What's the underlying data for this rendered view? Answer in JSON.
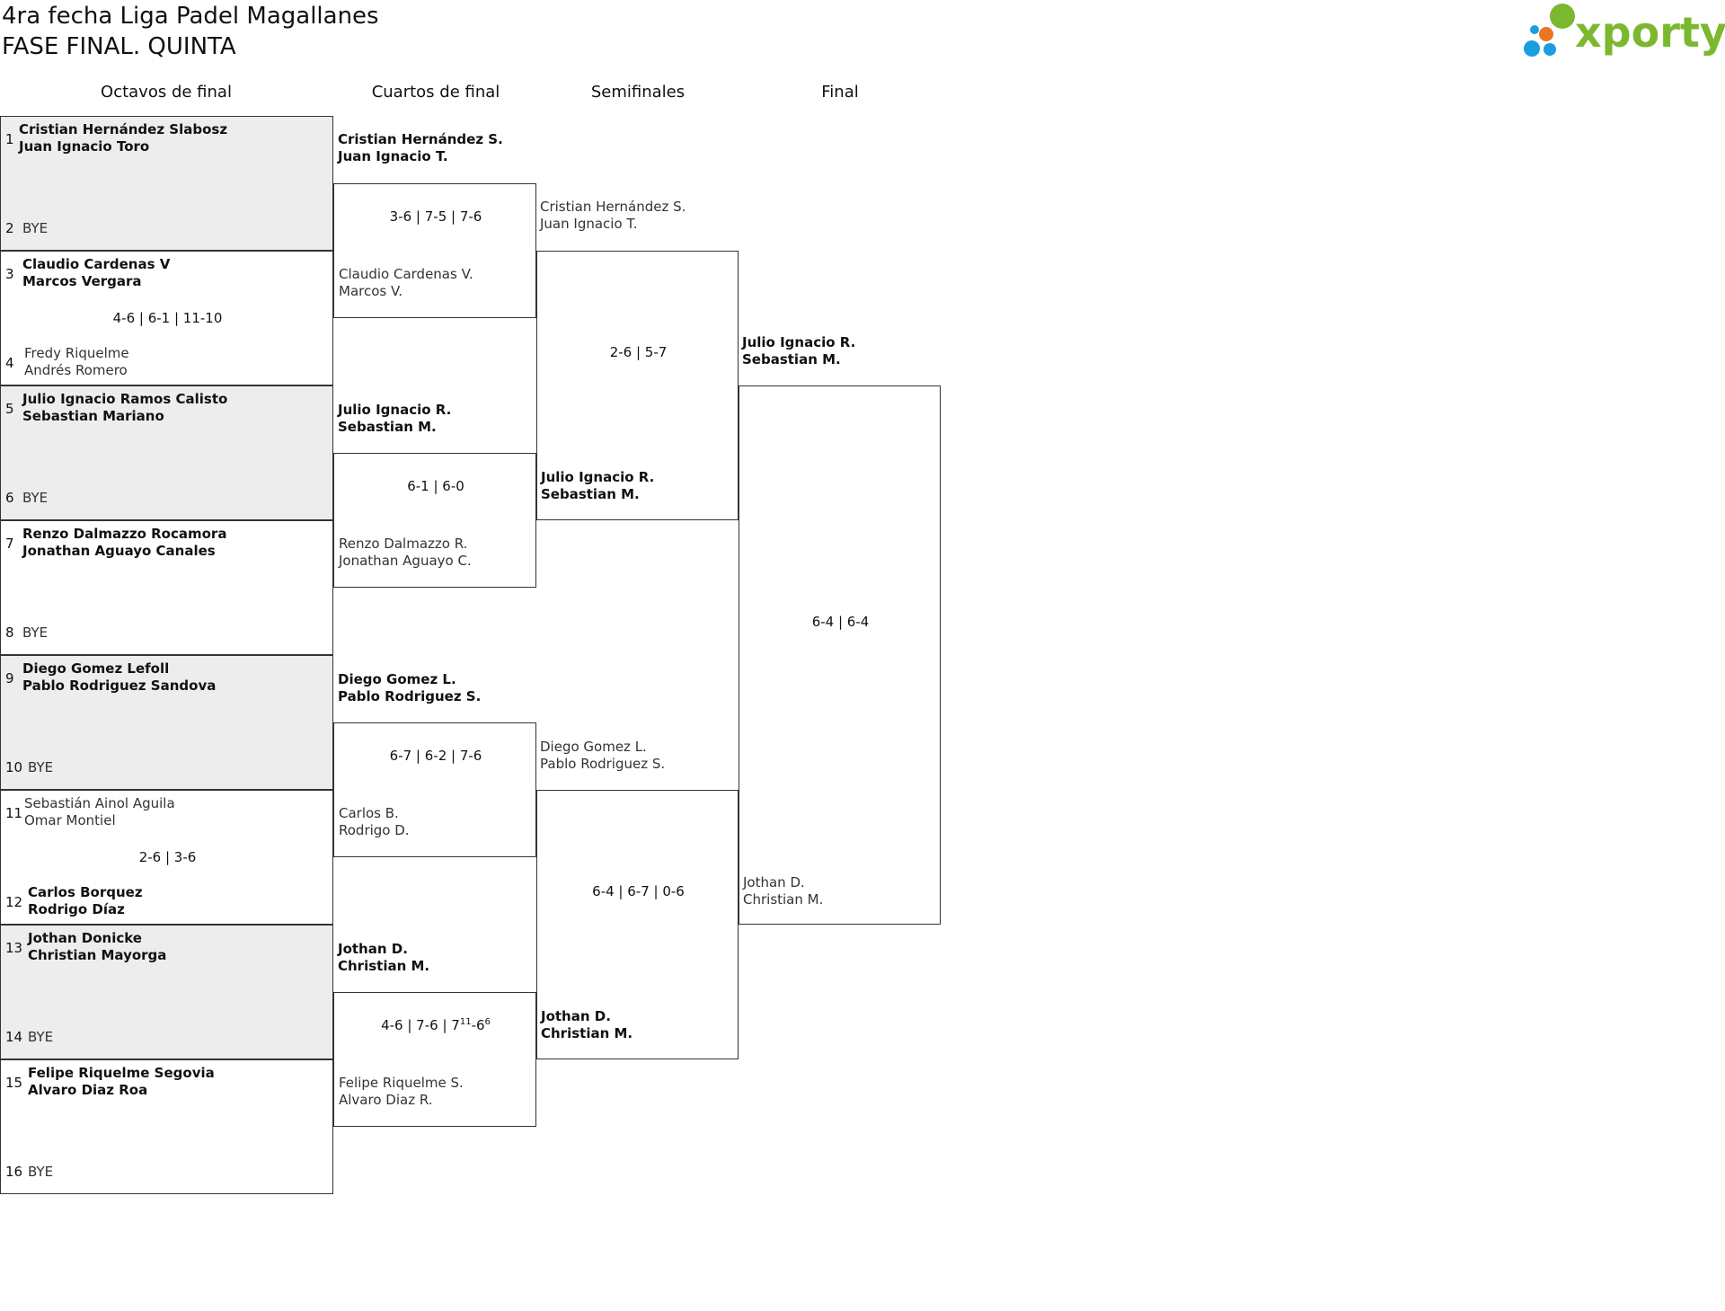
{
  "header": {
    "title": "4ra fecha Liga Padel Magallanes",
    "subtitle": "FASE FINAL. QUINTA",
    "logo_text": "xporty",
    "brand_color": "#7cb82f"
  },
  "rounds": {
    "r16": "Octavos de final",
    "qf": "Cuartos de final",
    "sf": "Semifinales",
    "final": "Final"
  },
  "r16": [
    {
      "seed_a": "1",
      "a1": "Cristian Hernández Slabosz",
      "a2": "Juan Ignacio Toro",
      "seed_b": "2",
      "b1": "BYE",
      "b2": "",
      "score": ""
    },
    {
      "seed_a": "3",
      "a1": "Claudio Cardenas V",
      "a2": "Marcos Vergara",
      "seed_b": "4",
      "b1": "Fredy Riquelme",
      "b2": "Andrés Romero",
      "score": "4-6 | 6-1 | 11-10"
    },
    {
      "seed_a": "5",
      "a1": "Julio Ignacio Ramos Calisto",
      "a2": "Sebastian Mariano",
      "seed_b": "6",
      "b1": "BYE",
      "b2": "",
      "score": ""
    },
    {
      "seed_a": "7",
      "a1": "Renzo Dalmazzo Rocamora",
      "a2": "Jonathan Aguayo Canales",
      "seed_b": "8",
      "b1": "BYE",
      "b2": "",
      "score": ""
    },
    {
      "seed_a": "9",
      "a1": "Diego Gomez Lefoll",
      "a2": "Pablo Rodriguez Sandova",
      "seed_b": "10",
      "b1": "BYE",
      "b2": "",
      "score": ""
    },
    {
      "seed_a": "11",
      "a1": "Sebastián Ainol Aguila",
      "a2": "Omar Montiel",
      "seed_b": "12",
      "b1": "Carlos Borquez",
      "b2": "Rodrigo Díaz",
      "score": "2-6 | 3-6"
    },
    {
      "seed_a": "13",
      "a1": "Jothan Donicke",
      "a2": "Christian Mayorga",
      "seed_b": "14",
      "b1": "BYE",
      "b2": "",
      "score": ""
    },
    {
      "seed_a": "15",
      "a1": "Felipe Riquelme Segovia",
      "a2": "Alvaro Diaz Roa",
      "seed_b": "16",
      "b1": "BYE",
      "b2": "",
      "score": ""
    }
  ],
  "qf": [
    {
      "a1": "Cristian Hernández S.",
      "a2": "Juan Ignacio T.",
      "b1": "Claudio Cardenas V.",
      "b2": "Marcos V.",
      "score": "3-6 | 7-5 | 7-6"
    },
    {
      "a1": "Julio Ignacio R.",
      "a2": "Sebastian M.",
      "b1": "Renzo Dalmazzo R.",
      "b2": "Jonathan Aguayo C.",
      "score": "6-1 | 6-0"
    },
    {
      "a1": "Diego Gomez L.",
      "a2": "Pablo Rodriguez S.",
      "b1": "Carlos B.",
      "b2": "Rodrigo D.",
      "score": "6-7 | 6-2 | 7-6"
    },
    {
      "a1": "Jothan D.",
      "a2": "Christian M.",
      "b1": "Felipe Riquelme S.",
      "b2": "Alvaro Diaz R.",
      "score_main": "4-6 | 7-6 | 7",
      "score_sup1": "11",
      "score_mid": "-6",
      "score_sup2": "6"
    }
  ],
  "sf": [
    {
      "a1": "Cristian Hernández S.",
      "a2": "Juan Ignacio T.",
      "b1": "Julio Ignacio R.",
      "b2": "Sebastian M.",
      "score": "2-6 | 5-7"
    },
    {
      "a1": "Diego Gomez L.",
      "a2": "Pablo Rodriguez S.",
      "b1": "Jothan D.",
      "b2": "Christian M.",
      "score": "6-4 | 6-7 | 0-6"
    }
  ],
  "final": {
    "a1": "Julio Ignacio R.",
    "a2": "Sebastian M.",
    "b1": "Jothan D.",
    "b2": "Christian M.",
    "score": "6-4 | 6-4"
  }
}
